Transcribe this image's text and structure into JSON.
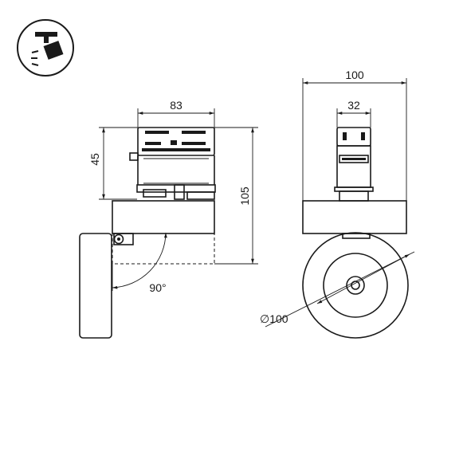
{
  "icon": {
    "name": "track-spotlight-icon"
  },
  "dimensions": {
    "side_width": "83",
    "adapter_height": "45",
    "total_height": "105",
    "rotation_angle": "90°",
    "front_width": "100",
    "adapter_width": "32",
    "diameter": "∅100"
  }
}
